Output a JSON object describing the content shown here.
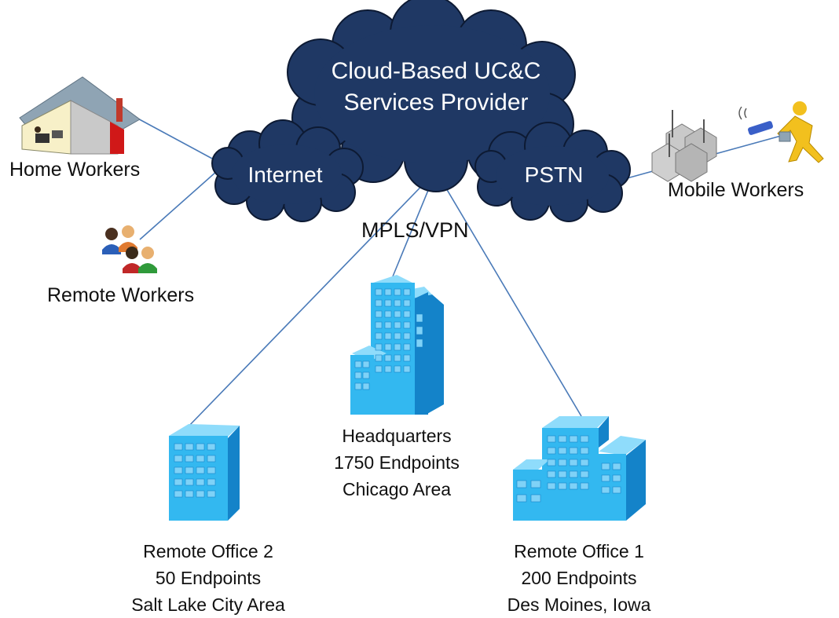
{
  "clouds": {
    "provider": {
      "line1": "Cloud-Based UC&C",
      "line2": "Services Provider"
    },
    "internet": "Internet",
    "pstn": "PSTN"
  },
  "network_label": "MPLS/VPN",
  "nodes": {
    "home_workers": "Home Workers",
    "remote_workers": "Remote Workers",
    "mobile_workers": "Mobile Workers",
    "headquarters": {
      "line1": "Headquarters",
      "line2": "1750 Endpoints",
      "line3": "Chicago Area"
    },
    "remote_office_2": {
      "line1": "Remote Office 2",
      "line2": "50 Endpoints",
      "line3": "Salt Lake City Area"
    },
    "remote_office_1": {
      "line1": "Remote Office 1",
      "line2": "200 Endpoints",
      "line3": "Des Moines, Iowa"
    }
  },
  "colors": {
    "cloud_fill": "#1f3864",
    "link_line": "#4a7ab8",
    "building_front": "#33b8f0",
    "building_side": "#1483c9",
    "building_top": "#8fdcfb"
  },
  "icons": {
    "home": "house-icon",
    "remote": "people-icon",
    "mobile": "cell-tower-icon",
    "phone": "mobile-phone-icon",
    "runner": "running-person-icon",
    "office": "office-building-icon"
  }
}
